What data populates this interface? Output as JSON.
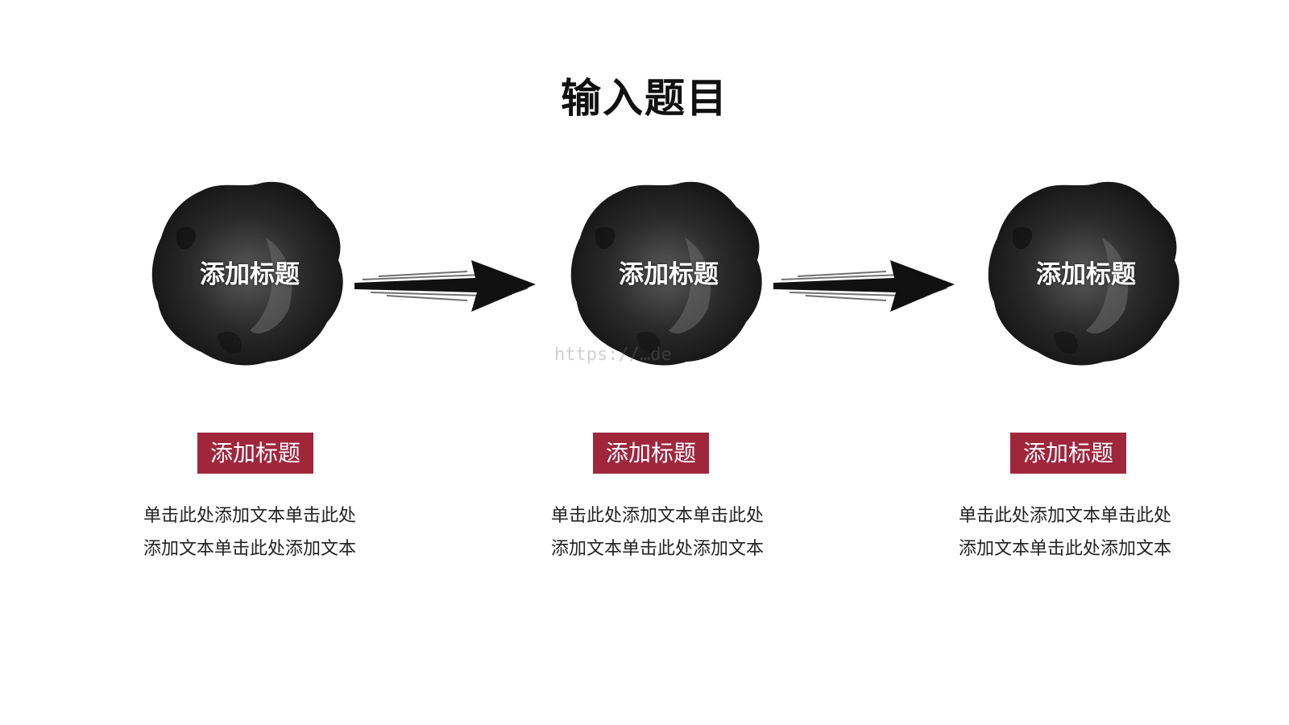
{
  "slide": {
    "title": "输入题目",
    "watermark": "https://…de",
    "steps": [
      {
        "circle_title": "添加标题",
        "tag_label": "添加标题",
        "desc_line1": "单击此处添加文本单击此处",
        "desc_line2": "添加文本单击此处添加文本"
      },
      {
        "circle_title": "添加标题",
        "tag_label": "添加标题",
        "desc_line1": "单击此处添加文本单击此处",
        "desc_line2": "添加文本单击此处添加文本"
      },
      {
        "circle_title": "添加标题",
        "tag_label": "添加标题",
        "desc_line1": "单击此处添加文本单击此处",
        "desc_line2": "添加文本单击此处添加文本"
      }
    ]
  },
  "colors": {
    "accent": "#a0263c",
    "ink": "#1c1c1c",
    "text": "#222222"
  },
  "icons": [
    "ink-blot-icon",
    "brush-arrow-icon"
  ]
}
